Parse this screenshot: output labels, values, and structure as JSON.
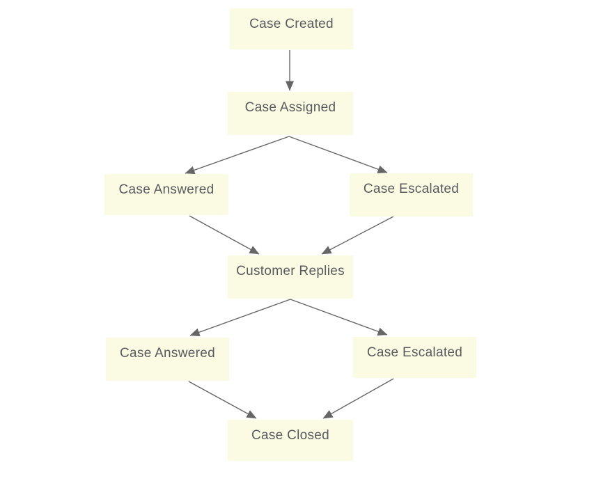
{
  "diagram": {
    "type": "flowchart",
    "background_color": "#ffffff",
    "node_fill_color": "#fbfbe4",
    "node_text_color": "#5a5a5e",
    "arrow_color": "#666666",
    "nodes": [
      {
        "id": "case-created",
        "label": "Case Created"
      },
      {
        "id": "case-assigned",
        "label": "Case Assigned"
      },
      {
        "id": "case-answered-1",
        "label": "Case Answered"
      },
      {
        "id": "case-escalated-1",
        "label": "Case Escalated"
      },
      {
        "id": "customer-replies",
        "label": "Customer Replies"
      },
      {
        "id": "case-answered-2",
        "label": "Case Answered"
      },
      {
        "id": "case-escalated-2",
        "label": "Case Escalated"
      },
      {
        "id": "case-closed",
        "label": "Case Closed"
      }
    ],
    "edges": [
      {
        "from": "case-created",
        "to": "case-assigned"
      },
      {
        "from": "case-assigned",
        "to": "case-answered-1"
      },
      {
        "from": "case-assigned",
        "to": "case-escalated-1"
      },
      {
        "from": "case-answered-1",
        "to": "customer-replies"
      },
      {
        "from": "case-escalated-1",
        "to": "customer-replies"
      },
      {
        "from": "customer-replies",
        "to": "case-answered-2"
      },
      {
        "from": "customer-replies",
        "to": "case-escalated-2"
      },
      {
        "from": "case-answered-2",
        "to": "case-closed"
      },
      {
        "from": "case-escalated-2",
        "to": "case-closed"
      }
    ]
  }
}
